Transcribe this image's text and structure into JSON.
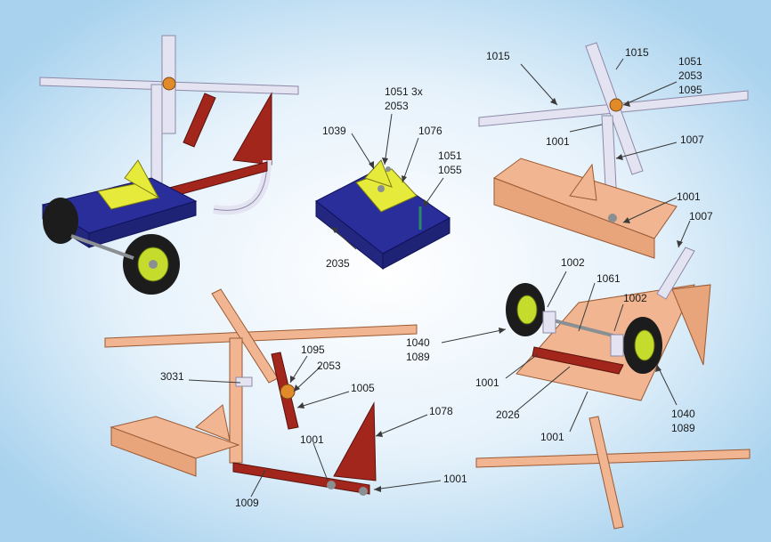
{
  "background": {
    "center": "#ffffff",
    "edge": "#a8d2ee"
  },
  "colors": {
    "strip_lilac": "#e4e3f2",
    "strip_salmon": "#f1b691",
    "plate_red": "#a3261c",
    "plate_blue": "#2a2e9a",
    "plate_yellow": "#e6ea3a",
    "tyre": "#1c1c1c",
    "hub": "#c6dc2c",
    "nut_orange": "#e08a2a",
    "bolt_grey": "#8a8f94"
  },
  "labels": {
    "l1051x3": "1051 3x",
    "l2053a": "2053",
    "l1039": "1039",
    "l1076": "1076",
    "l1051a": "1051",
    "l1055": "1055",
    "l2035": "2035",
    "l1015a": "1015",
    "l1015b": "1015",
    "l1051b": "1051",
    "l2053b": "2053",
    "l1095a": "1095",
    "l1001a": "1001",
    "l1007a": "1007",
    "l1001b": "1001",
    "l1007b": "1007",
    "l1002a": "1002",
    "l1061": "1061",
    "l1002b": "1002",
    "l1040a": "1040",
    "l1089a": "1089",
    "l1001c": "1001",
    "l2026": "2026",
    "l1001d": "1001",
    "l1040b": "1040",
    "l1089b": "1089",
    "l1095b": "1095",
    "l2053c": "2053",
    "l3031": "3031",
    "l1005": "1005",
    "l1078": "1078",
    "l1001e": "1001",
    "l1001f": "1001",
    "l1009": "1009"
  }
}
